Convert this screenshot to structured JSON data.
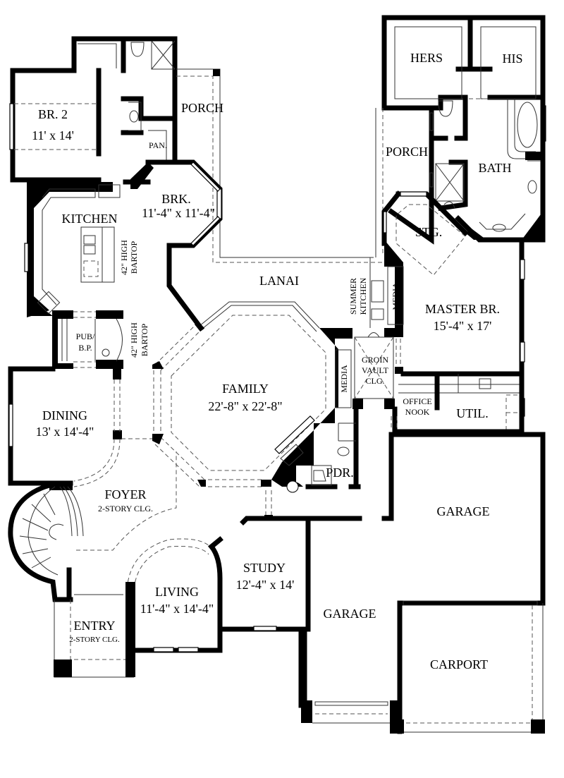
{
  "plan": {
    "type": "floor-plan",
    "rooms": {
      "br2": {
        "name": "BR. 2",
        "dims": "11' x 14'"
      },
      "porch_left": {
        "name": "PORCH"
      },
      "pantry": {
        "name": "PAN."
      },
      "kitchen": {
        "name": "KITCHEN"
      },
      "kitchen_bartop": {
        "line1": "42\" HIGH",
        "line2": "BARTOP"
      },
      "breakfast": {
        "name": "BRK.",
        "dims": "11'-4\" x 11'-4\""
      },
      "pub_bp": {
        "line1": "PUB/",
        "line2": "B.P."
      },
      "pub_bartop": {
        "line1": "42\" HIGH",
        "line2": "BARTOP"
      },
      "dining": {
        "name": "DINING",
        "dims": "13' x 14'-4\""
      },
      "foyer": {
        "name": "FOYER",
        "note": "2-STORY CLG."
      },
      "entry": {
        "name": "ENTRY",
        "note": "2-STORY CLG."
      },
      "living": {
        "name": "LIVING",
        "dims": "11'-4\" x 14'-4\""
      },
      "study": {
        "name": "STUDY",
        "dims": "12'-4\" x 14'"
      },
      "family": {
        "name": "FAMILY",
        "dims": "22'-8\" x 22'-8\""
      },
      "lanai": {
        "name": "LANAI"
      },
      "summer_kitchen": {
        "line1": "SUMMER",
        "line2": "KITCHEN"
      },
      "media_upper": {
        "name": "MEDIA"
      },
      "media_lower": {
        "name": "MEDIA"
      },
      "groin_vault": {
        "line1": "GROIN",
        "line2": "VAULT",
        "line3": "CLG."
      },
      "powder": {
        "name": "PDR."
      },
      "office_nook": {
        "line1": "OFFICE",
        "line2": "NOOK"
      },
      "utility": {
        "name": "UTIL."
      },
      "hers": {
        "name": "HERS"
      },
      "his": {
        "name": "HIS"
      },
      "porch_right": {
        "name": "PORCH"
      },
      "bath": {
        "name": "BATH"
      },
      "storage": {
        "name": "STG."
      },
      "master": {
        "name": "MASTER BR.",
        "dims": "15'-4\" x 17'"
      },
      "garage_upper": {
        "name": "GARAGE"
      },
      "garage_lower": {
        "name": "GARAGE"
      },
      "carport": {
        "name": "CARPORT"
      }
    }
  }
}
